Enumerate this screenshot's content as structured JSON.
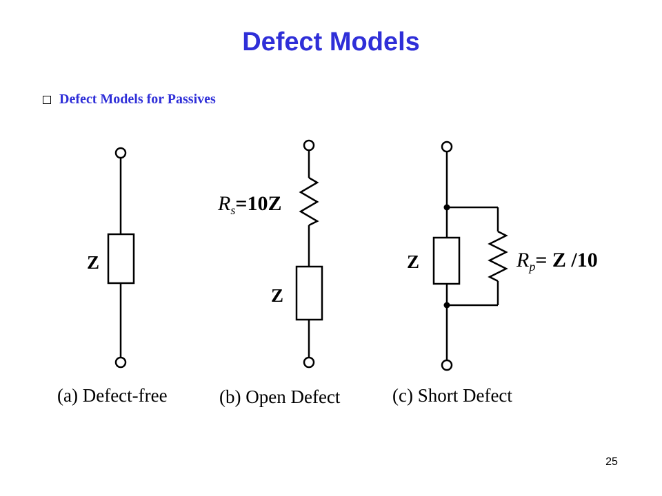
{
  "title": "Defect Models",
  "bullet": {
    "icon": "checkbox-bullet-icon",
    "text": "Defect Models for Passives"
  },
  "circuits": {
    "a": {
      "impedance_label": "Z",
      "caption": "(a) Defect-free"
    },
    "b": {
      "resistor_label_var": "R",
      "resistor_label_sub": "s",
      "resistor_label_value": "=10Z",
      "impedance_label": "Z",
      "caption": "(b) Open Defect"
    },
    "c": {
      "impedance_label": "Z",
      "resistor_label_var": "R",
      "resistor_label_sub": "p",
      "resistor_label_value": "= Z /10",
      "caption": "(c) Short Defect"
    }
  },
  "page_number": "25",
  "colors": {
    "title": "#2f2fd8",
    "bullet_text": "#2f2fd8",
    "lines": "#000000"
  }
}
